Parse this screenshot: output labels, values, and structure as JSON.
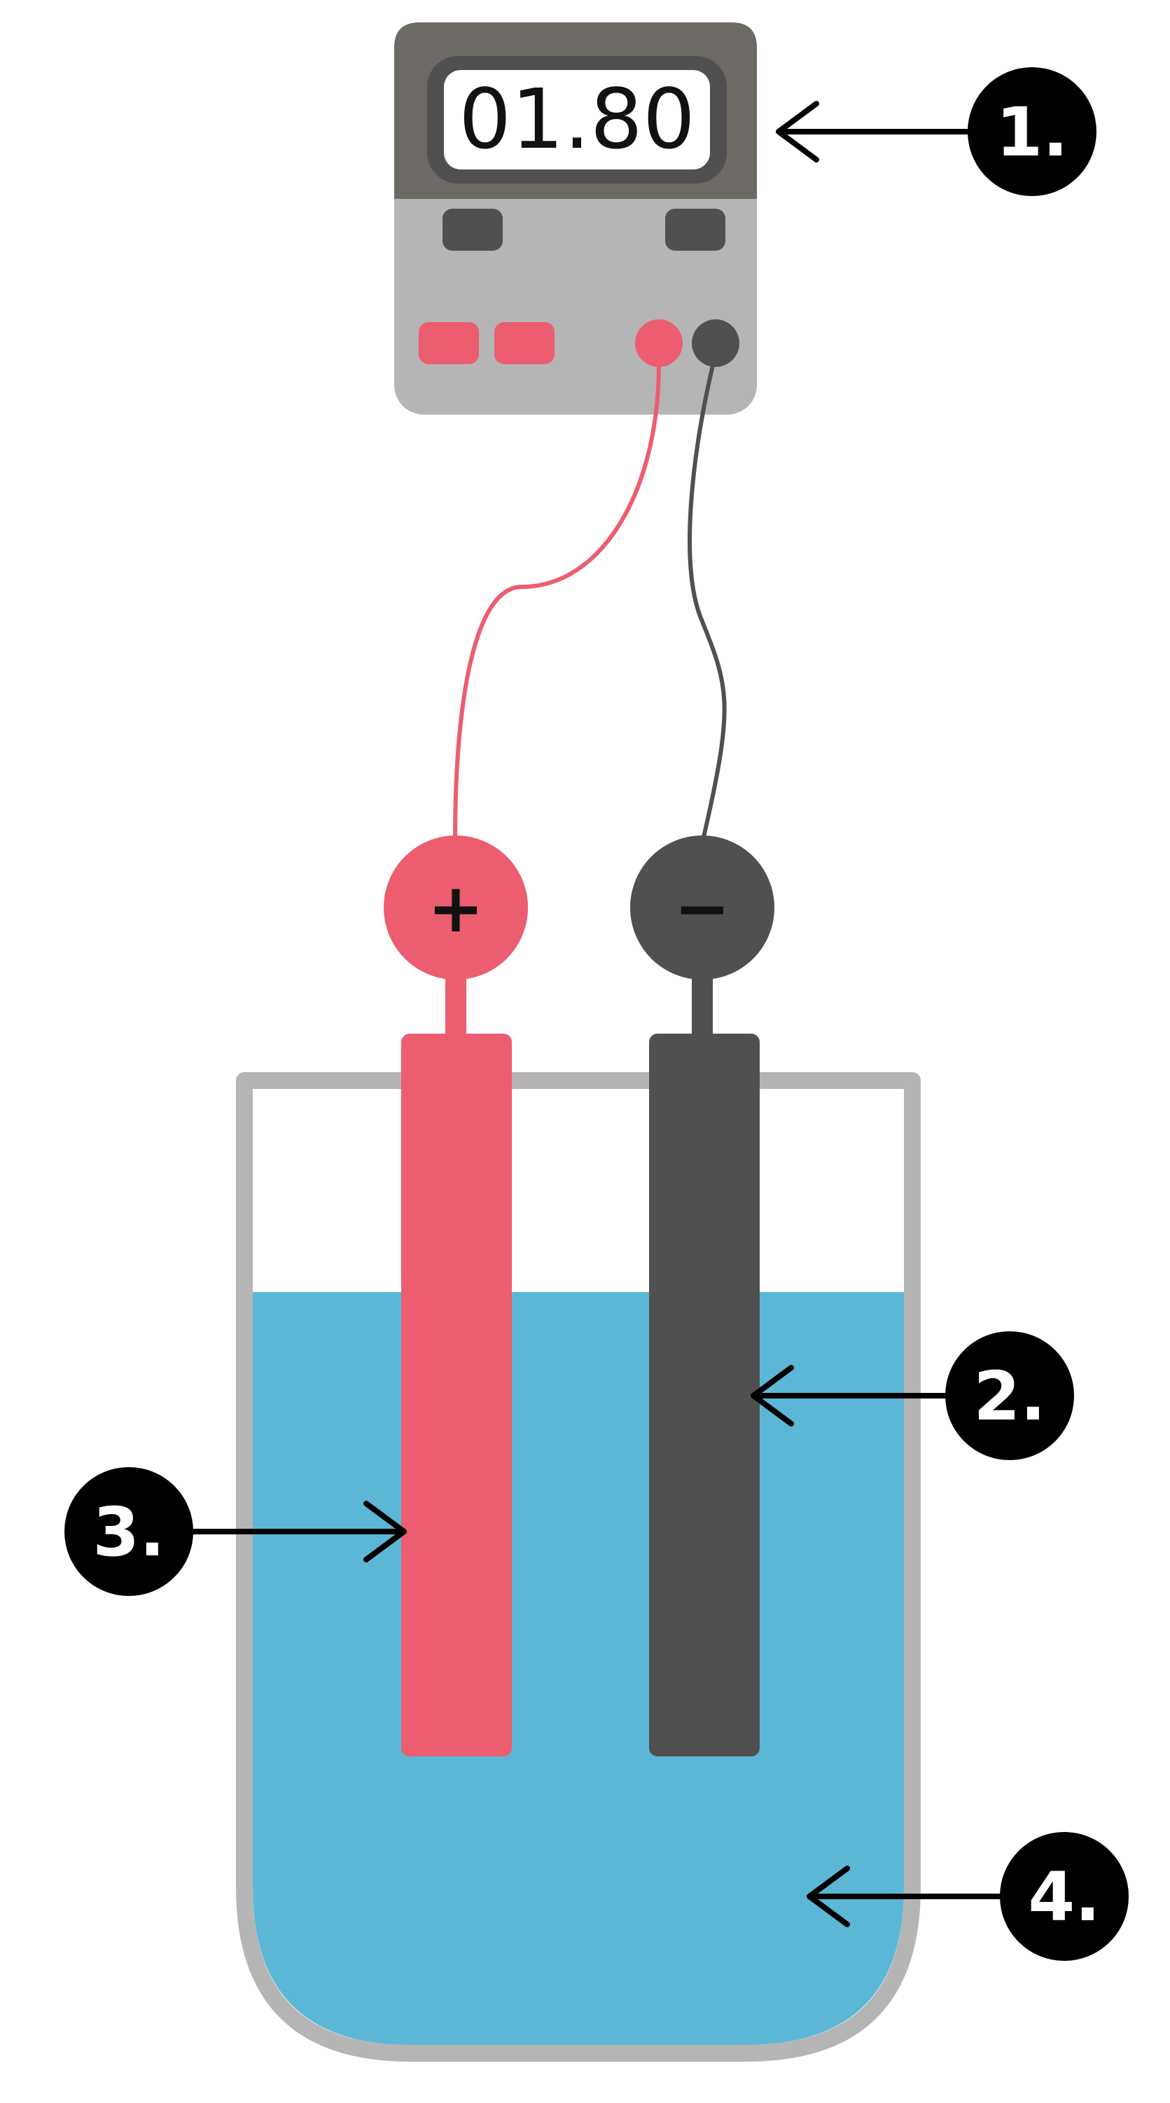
{
  "meter": {
    "reading": "01.80",
    "body_color": "#b5b5b5",
    "top_color": "#6d6964",
    "button_color": "#505050",
    "positive_terminal_color": "#ec5d70",
    "negative_terminal_color": "#505050"
  },
  "electrodes": {
    "positive": {
      "sign": "+",
      "color": "#ec5d70"
    },
    "negative": {
      "sign": "−",
      "color": "#505050"
    }
  },
  "solution": {
    "color": "#5cb7d6"
  },
  "beaker": {
    "color": "#b5b5b5"
  },
  "callouts": [
    {
      "label": "1.",
      "target": "multimeter display"
    },
    {
      "label": "2.",
      "target": "negative electrode"
    },
    {
      "label": "3.",
      "target": "positive electrode"
    },
    {
      "label": "4.",
      "target": "solution"
    }
  ]
}
